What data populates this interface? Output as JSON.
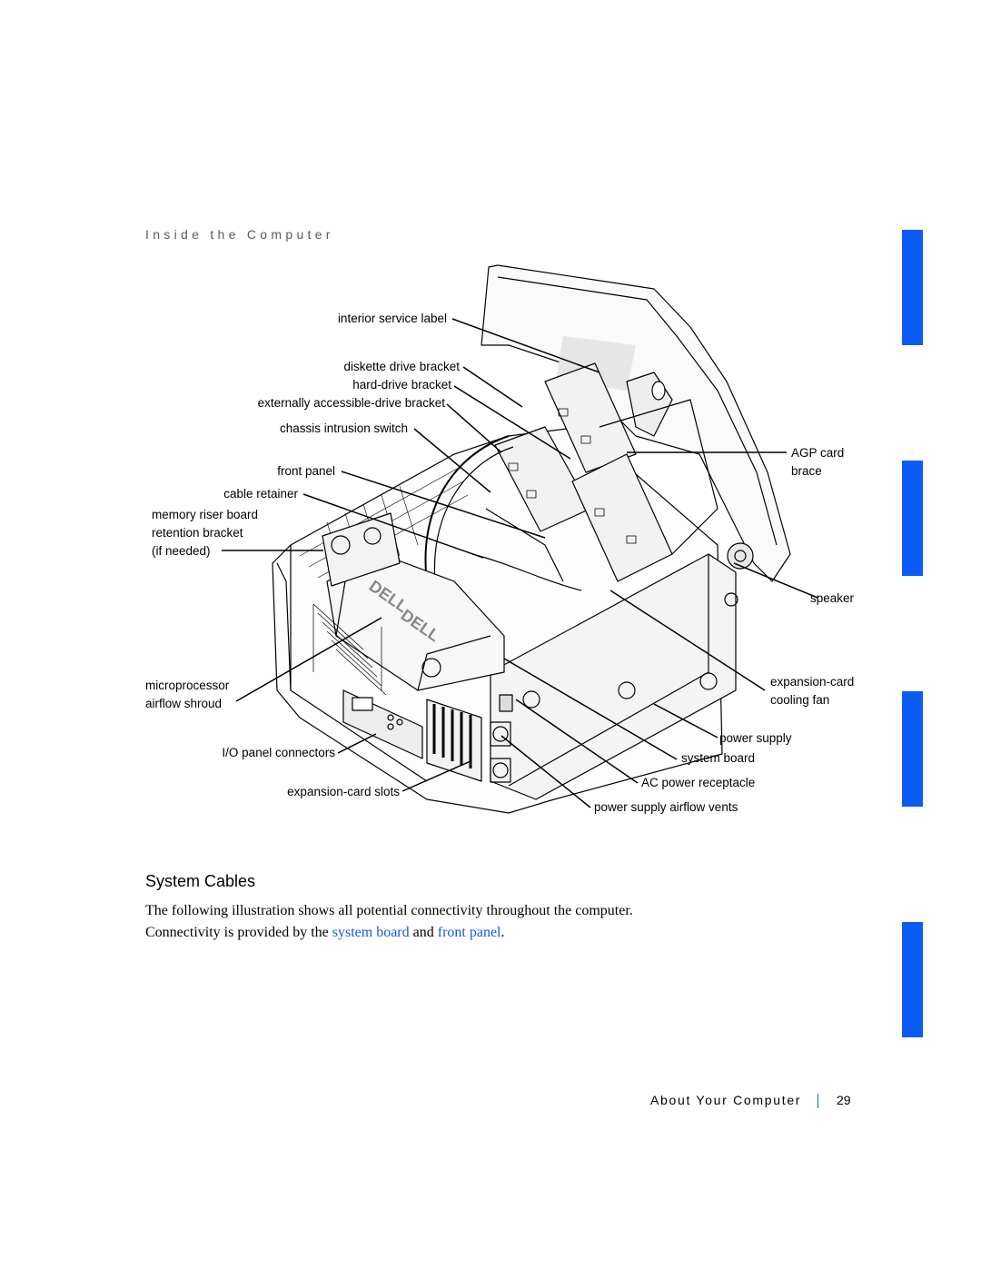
{
  "header": {
    "section_title": "Inside the Computer"
  },
  "figure": {
    "labels": {
      "interior_service_label": "interior service label",
      "diskette_drive_bracket": "diskette drive bracket",
      "hard_drive_bracket": "hard-drive bracket",
      "externally_accessible_drive_bracket": "externally accessible-drive bracket",
      "chassis_intrusion_switch": "chassis intrusion switch",
      "front_panel": "front panel",
      "cable_retainer": "cable retainer",
      "memory_riser_1": "memory riser board",
      "memory_riser_2": "retention bracket",
      "memory_riser_3": "(if needed)",
      "microprocessor_1": "microprocessor",
      "microprocessor_2": "airflow shroud",
      "io_panel_connectors": "I/O panel connectors",
      "expansion_card_slots": "expansion-card slots",
      "agp_card_1": "AGP card",
      "agp_card_2": "brace",
      "speaker": "speaker",
      "expansion_card_fan_1": "expansion-card",
      "expansion_card_fan_2": "cooling fan",
      "power_supply": "power supply",
      "system_board": "system board",
      "ac_power_receptacle": "AC power receptacle",
      "power_supply_vents": "power supply airflow vents"
    },
    "logo_text": "DELL"
  },
  "content": {
    "heading": "System Cables",
    "paragraph_part1": "The following illustration shows all potential connectivity throughout the computer. Connectivity is provided by the ",
    "link_system_board": "system board",
    "paragraph_and": " and ",
    "link_front_panel": "front panel",
    "paragraph_end": "."
  },
  "footer": {
    "section": "About Your Computer",
    "page_number": "29"
  },
  "colors": {
    "accent": "#0a5cf5",
    "link": "#1a55e0"
  }
}
